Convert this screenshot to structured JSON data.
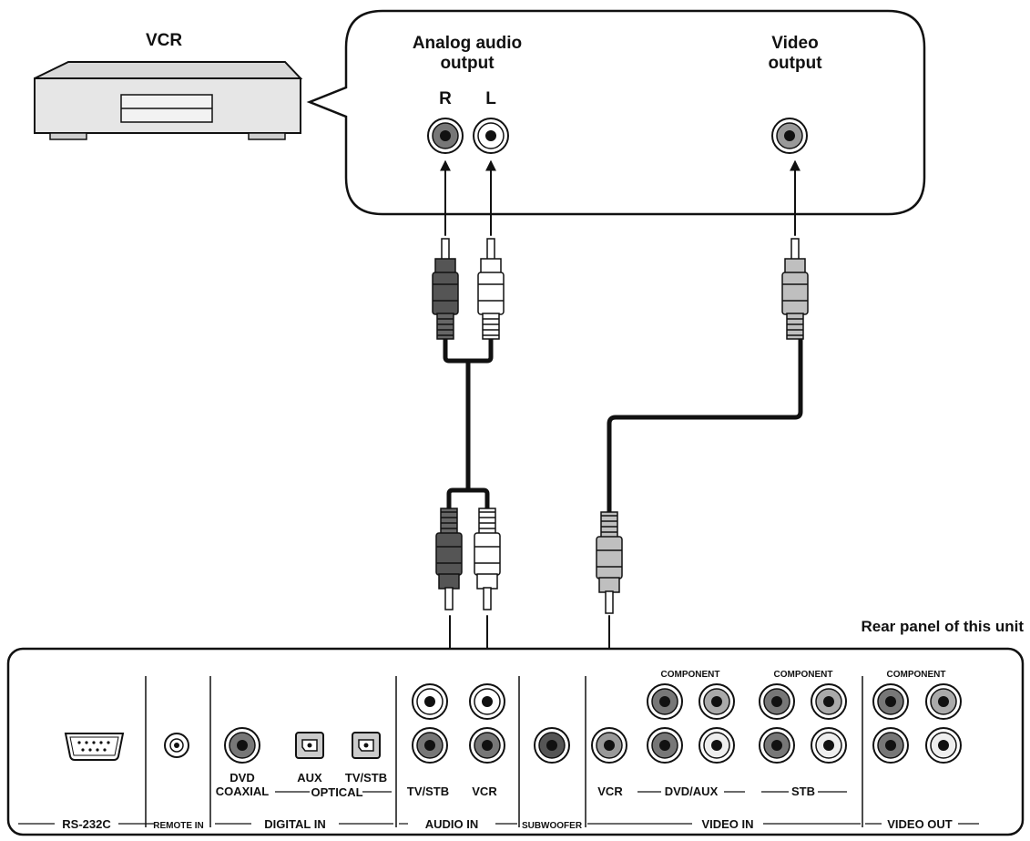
{
  "source_device": {
    "name": "VCR",
    "audio_output_label": [
      "Analog audio",
      "output"
    ],
    "video_output_label": [
      "Video",
      "output"
    ],
    "jack_r": "R",
    "jack_l": "L"
  },
  "rear_panel": {
    "title": "Rear panel of this unit",
    "sections": {
      "rs232c": "RS-232C",
      "remote_in": "REMOTE IN",
      "digital_in": "DIGITAL IN",
      "optical": "OPTICAL",
      "audio_in": "AUDIO IN",
      "subwoofer": "SUBWOOFER",
      "video_in": "VIDEO IN",
      "video_out": "VIDEO OUT"
    },
    "jack_labels": {
      "dvd": "DVD",
      "coaxial": "COAXIAL",
      "aux": "AUX",
      "tv_stb_optical": "TV/STB",
      "tv_stb_audio": "TV/STB",
      "vcr_audio": "VCR",
      "vcr_video": "VCR",
      "dvd_aux": "DVD/AUX",
      "stb": "STB",
      "component_1": "COMPONENT",
      "component_2": "COMPONENT",
      "component_3": "COMPONENT"
    }
  },
  "colors": {
    "line": "#111111",
    "red_plug": "#555555",
    "white_plug": "#ffffff",
    "yellow_plug": "#bfbfbf",
    "vcr_body": "#e6e6e6"
  }
}
